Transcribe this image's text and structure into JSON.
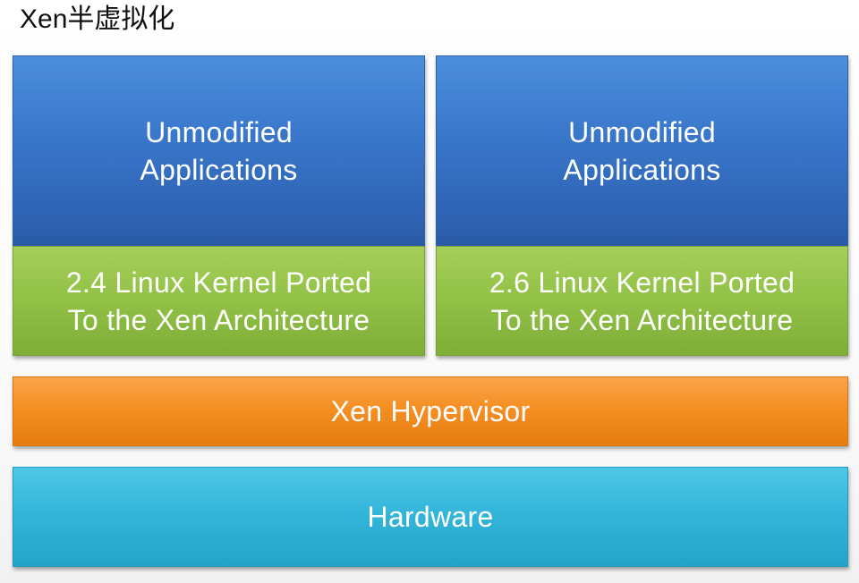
{
  "title": "Xen半虚拟化",
  "diagram": {
    "applications_left": "Unmodified\nApplications",
    "applications_right": "Unmodified\nApplications",
    "kernel_left": "2.4 Linux Kernel Ported\nTo the Xen Architecture",
    "kernel_right": "2.6 Linux Kernel Ported\nTo the Xen Architecture",
    "hypervisor": "Xen Hypervisor",
    "hardware": "Hardware"
  },
  "colors": {
    "applications": "#3a78cc",
    "kernel": "#93c248",
    "hypervisor": "#f58f23",
    "hardware": "#34b6da"
  }
}
